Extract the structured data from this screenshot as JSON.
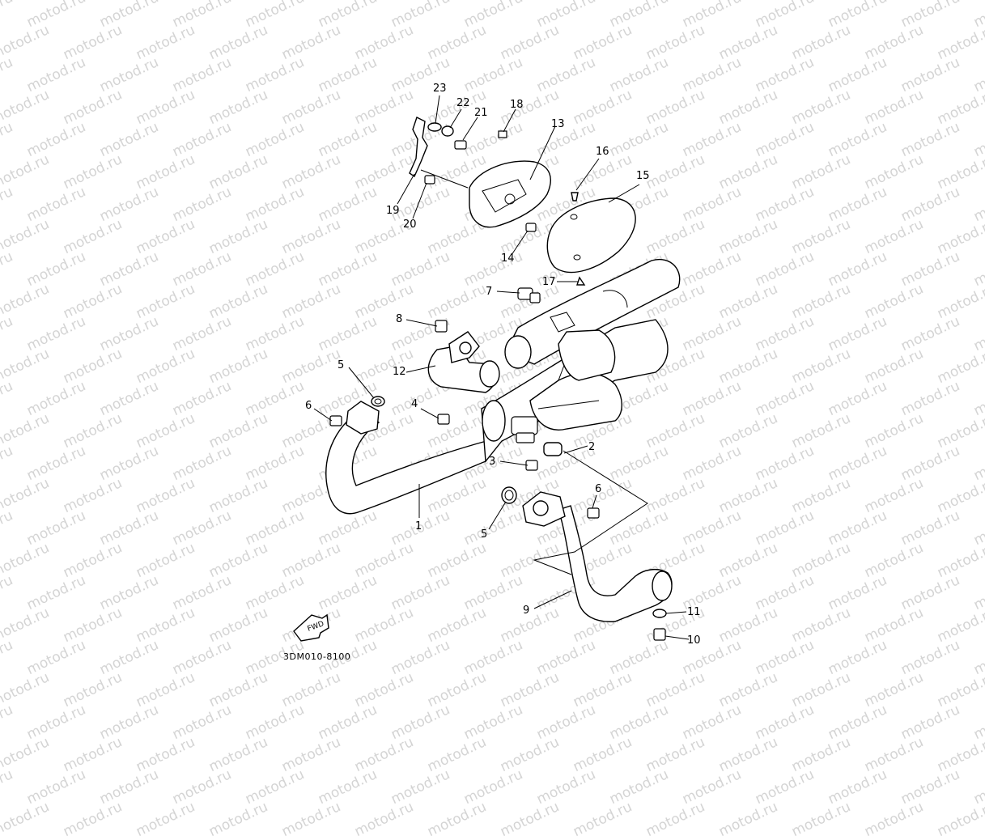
{
  "watermark": "motod.ru",
  "diagram_code": "3DM010-8100",
  "fwd_label": "FWD",
  "callouts": [
    "1",
    "2",
    "3",
    "4",
    "5",
    "5",
    "6",
    "6",
    "7",
    "8",
    "9",
    "10",
    "11",
    "12",
    "13",
    "14",
    "15",
    "16",
    "17",
    "18",
    "19",
    "20",
    "21",
    "22",
    "23"
  ]
}
